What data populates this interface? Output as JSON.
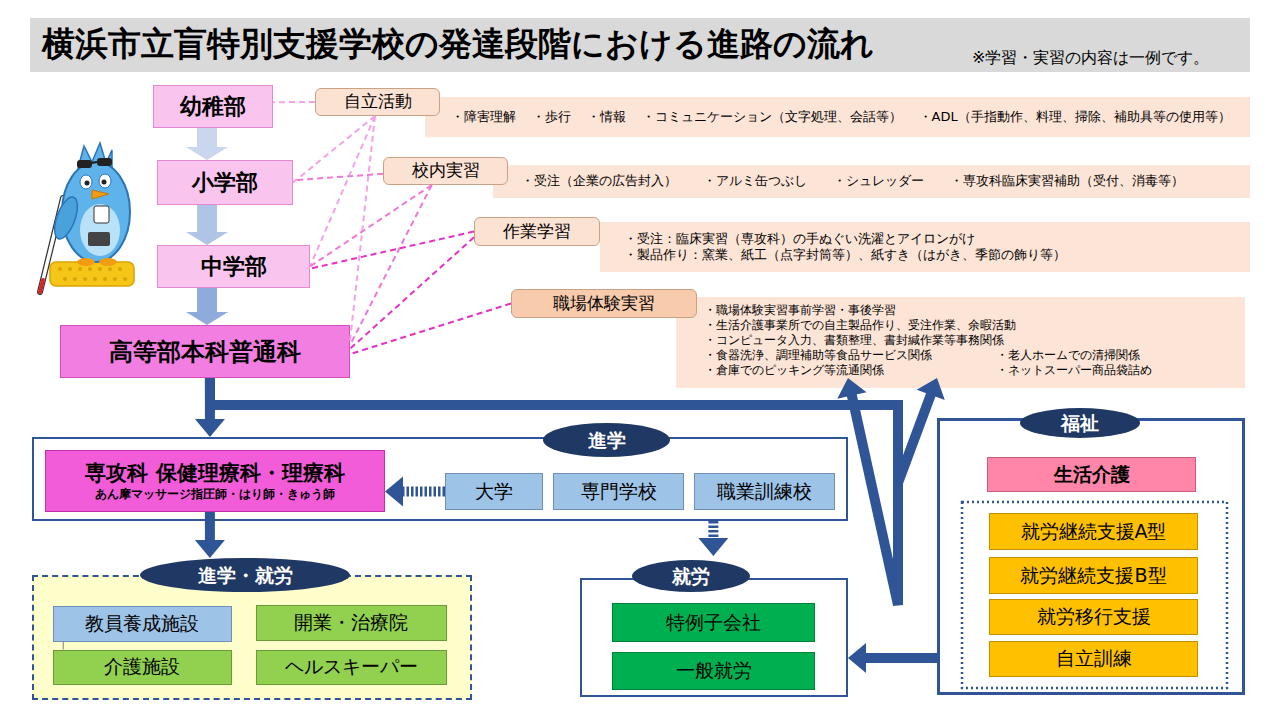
{
  "diagram": {
    "title": "横浜市立盲特別支援学校の発達段階における進路の流れ",
    "nodes": [
      {
        "text": [
          "幼稚部"
        ]
      },
      {
        "text": [
          "自立活動"
        ]
      },
      {
        "text": [
          "・障害理解 ・歩行 ・情報 ・コミュニケーション（文字処理、会話等） ・ADL（手指動作、料理、掃除、補助具等の使用等）"
        ]
      },
      {
        "text": [
          "小学部"
        ]
      },
      {
        "text": [
          "校内実習"
        ]
      },
      {
        "text": [
          "・受注（企業の広告封入） ・アルミ缶つぶし ・シュレッダー ・専攻科臨床実習補助（受付、消毒等）"
        ]
      },
      {
        "text": [
          "中学部"
        ]
      },
      {
        "text": [
          "作業学習"
        ]
      },
      {
        "text": [
          "・受注：臨床実習（専攻科）の手ぬぐい洗濯とアイロンがけ",
          "・製品作り：窯業、紙工（点字封筒等）、紙すき（はがき、季節の飾り等）"
        ]
      },
      {
        "text": [
          "高等部本科普通科"
        ]
      },
      {
        "text": [
          "職場体験実習"
        ]
      },
      {
        "text": [
          "・職場体験実習事前学習・事後学習",
          "・生活介護事業所での自主製品作り、受注作業、余暇活動",
          "・コンピュータ入力、書類整理、書封緘作業等事務関係",
          "・食器洗浄、調理補助等食品サービス関係",
          "・老人ホームでの清掃関係",
          "・倉庫でのピッキング等流通関係",
          "・ネットスーパー商品袋詰め"
        ]
      },
      {
        "text": [
          "進学"
        ]
      },
      {
        "text": [
          "専攻科 保健理療科・理療科",
          "あん摩マッサージ指圧師・はり師・きゅう師"
        ],
        "in": 12
      },
      {
        "text": [
          "大学"
        ],
        "in": 12
      },
      {
        "text": [
          "専門学校"
        ],
        "in": 12
      },
      {
        "text": [
          "職業訓練校"
        ],
        "in": 12
      },
      {
        "text": [
          "福祉"
        ]
      },
      {
        "text": [
          "生活介護"
        ],
        "in": 17
      },
      {
        "text": [
          "就労継続支援A型"
        ],
        "in": 17
      },
      {
        "text": [
          "就労継続支援B型"
        ],
        "in": 17
      },
      {
        "text": [
          "就労移行支援"
        ],
        "in": 17
      },
      {
        "text": [
          "自立訓練"
        ],
        "in": 17
      },
      {
        "text": [
          "進学・就労"
        ]
      },
      {
        "text": [
          "教員養成施設"
        ],
        "in": 23
      },
      {
        "text": [
          "開業・治療院"
        ],
        "in": 23
      },
      {
        "text": [
          "介護施設"
        ],
        "in": 23
      },
      {
        "text": [
          "ヘルスキーパー"
        ],
        "in": 23
      },
      {
        "text": [
          "就労"
        ]
      },
      {
        "text": [
          "特例子会社"
        ],
        "in": 28
      },
      {
        "text": [
          "一般就労"
        ],
        "in": 28
      }
    ],
    "edges": [
      {
        "from": 0,
        "to": 3,
        "arrow": "to"
      },
      {
        "from": 3,
        "to": 6,
        "arrow": "to"
      },
      {
        "from": 6,
        "to": 9,
        "arrow": "to"
      },
      {
        "from": 1,
        "to": 0,
        "arrow": "none"
      },
      {
        "from": 1,
        "to": 3,
        "arrow": "none"
      },
      {
        "from": 1,
        "to": 6,
        "arrow": "none"
      },
      {
        "from": 1,
        "to": 9,
        "arrow": "none"
      },
      {
        "from": 4,
        "to": 3,
        "arrow": "none"
      },
      {
        "from": 4,
        "to": 6,
        "arrow": "none"
      },
      {
        "from": 4,
        "to": 9,
        "arrow": "none"
      },
      {
        "from": 7,
        "to": 6,
        "arrow": "none"
      },
      {
        "from": 7,
        "to": 9,
        "arrow": "none"
      },
      {
        "from": 10,
        "to": 9,
        "arrow": "none"
      },
      {
        "from": 9,
        "to": 12,
        "arrow": "to"
      },
      {
        "from": 9,
        "to": 17,
        "arrow": "to"
      },
      {
        "from": 9,
        "to": 28,
        "arrow": "to"
      },
      {
        "from": 14,
        "to": 13,
        "arrow": "to"
      },
      {
        "from": 13,
        "to": 23,
        "arrow": "to"
      },
      {
        "from": 12,
        "to": 28,
        "arrow": "to"
      },
      {
        "from": 17,
        "to": 28,
        "arrow": "to"
      },
      {
        "from": 24,
        "to": 26,
        "arrow": "none"
      }
    ],
    "labels": [
      "※学習・実習の内容は一例です。"
    ]
  }
}
